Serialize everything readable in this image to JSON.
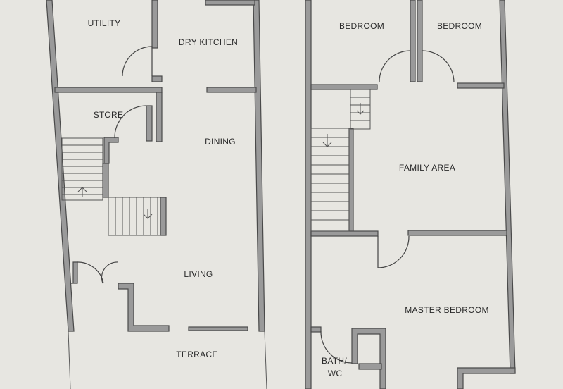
{
  "ground_floor": {
    "rooms": {
      "utility": "UTILITY",
      "dry_kitchen": "DRY KITCHEN",
      "store": "STORE",
      "dining": "DINING",
      "living": "LIVING",
      "terrace": "TERRACE"
    }
  },
  "first_floor": {
    "rooms": {
      "bedroom_left": "BEDROOM",
      "bedroom_right": "BEDROOM",
      "family_area": "FAMILY AREA",
      "master_bedroom": "MASTER BEDROOM",
      "bath_line1": "BATH/",
      "bath_line2": "WC"
    }
  },
  "colors": {
    "paper": "#e7e6e1",
    "wall_fill": "#9a9a9a",
    "line": "#4a4a4a"
  }
}
